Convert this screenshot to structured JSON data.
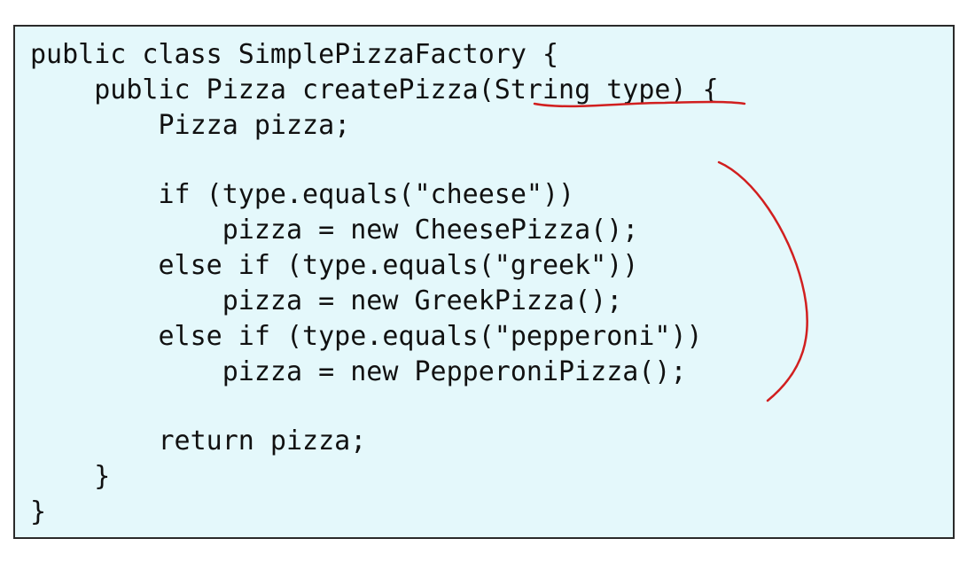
{
  "code": {
    "language": "java",
    "lines": [
      "public class SimplePizzaFactory {",
      "    public Pizza createPizza(String type) {",
      "        Pizza pizza;",
      "",
      "        if (type.equals(\"cheese\"))",
      "            pizza = new CheesePizza();",
      "        else if (type.equals(\"greek\"))",
      "            pizza = new GreekPizza();",
      "        else if (type.equals(\"pepperoni\"))",
      "            pizza = new PepperoniPizza();",
      "",
      "        return pizza;",
      "    }",
      "}"
    ]
  },
  "annotations": {
    "ink_color": "#d11f1f",
    "underline_target": "String type)",
    "bracket_covers": "if / else-if block"
  },
  "colors": {
    "box_background": "#e4f8fb",
    "box_border": "#2a2a2a",
    "text": "#111111"
  }
}
